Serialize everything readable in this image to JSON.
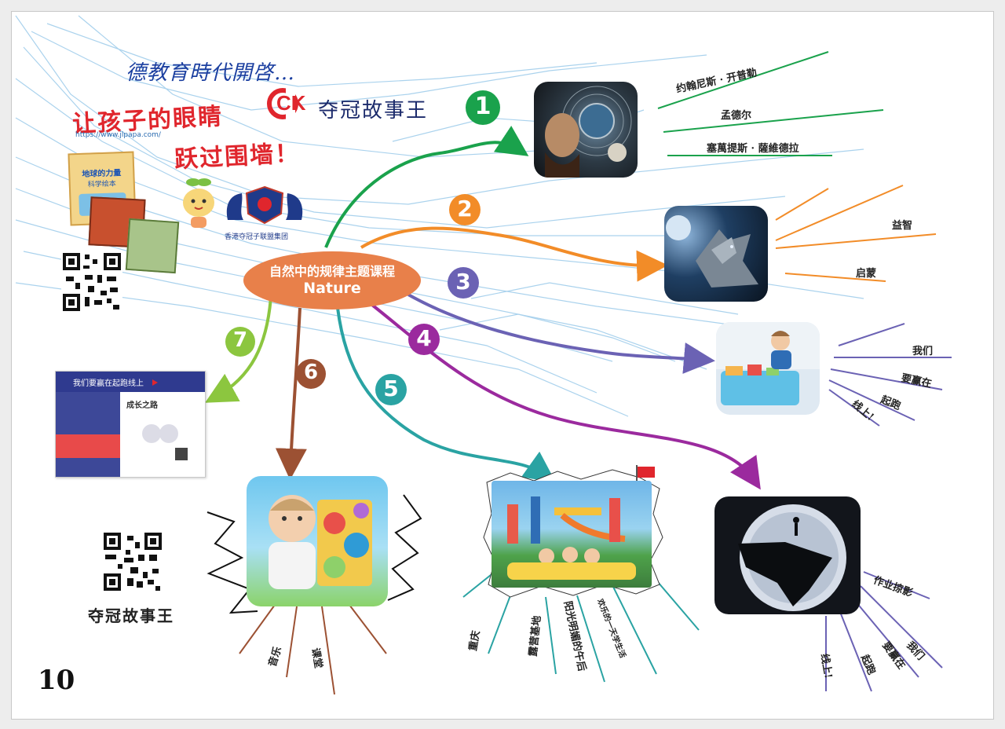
{
  "header": {
    "handwriting": "德教育時代開啓…",
    "brand_logo": "CK",
    "brand_name": "夺冠故事王",
    "slogan_line1": "让孩子的眼睛",
    "slogan_line2": "跃过围墙！",
    "website": "https://www.jlpapa.com/",
    "book_title": "地球的力量",
    "book_subtitle": "科学绘本",
    "crest_caption": "香港夺冠子联盟集团"
  },
  "center": {
    "title": "自然中的规律主题课程",
    "subtitle": "Nature"
  },
  "branches": [
    {
      "number": "1",
      "color": "#1aa24c",
      "labels": [
        "约翰尼斯 · 开普勒",
        "孟德尔",
        "塞萬提斯 · 薩維德拉"
      ],
      "image_icon": "scientists-image"
    },
    {
      "number": "2",
      "color": "#f28c28",
      "labels": [
        "益智",
        "启蒙"
      ],
      "image_icon": "wolves-image"
    },
    {
      "number": "3",
      "color": "#6b62b4",
      "labels": [
        "我们",
        "要赢在",
        "起跑",
        "线上!"
      ],
      "image_icon": "child-classroom-image"
    },
    {
      "number": "4",
      "color": "#9b2a9e",
      "labels": [
        "作业掠影",
        "我们",
        "要赢在",
        "起跑",
        "线上!"
      ],
      "image_icon": "moon-silhouette-image"
    },
    {
      "number": "5",
      "color": "#2aa3a3",
      "labels": [
        "重庆",
        "露营基地",
        "阳光明媚的午后",
        "欢乐的一天学生活"
      ],
      "image_icon": "water-park-image"
    },
    {
      "number": "6",
      "color": "#9c5133",
      "labels": [
        "音乐",
        "课堂"
      ],
      "image_icon": "baby-toy-image"
    },
    {
      "number": "7",
      "color": "#8cc63f",
      "labels": [],
      "image_icon": "certificate-image"
    }
  ],
  "certificate": {
    "header": "我们要赢在起跑线上",
    "title": "成长之路"
  },
  "qr_caption": "夺冠故事王",
  "page_number": "10",
  "colors": {
    "center_bubble": "#e8804a",
    "slogan_red": "#e0262d",
    "circuit_blue": "#8cc4e8"
  }
}
